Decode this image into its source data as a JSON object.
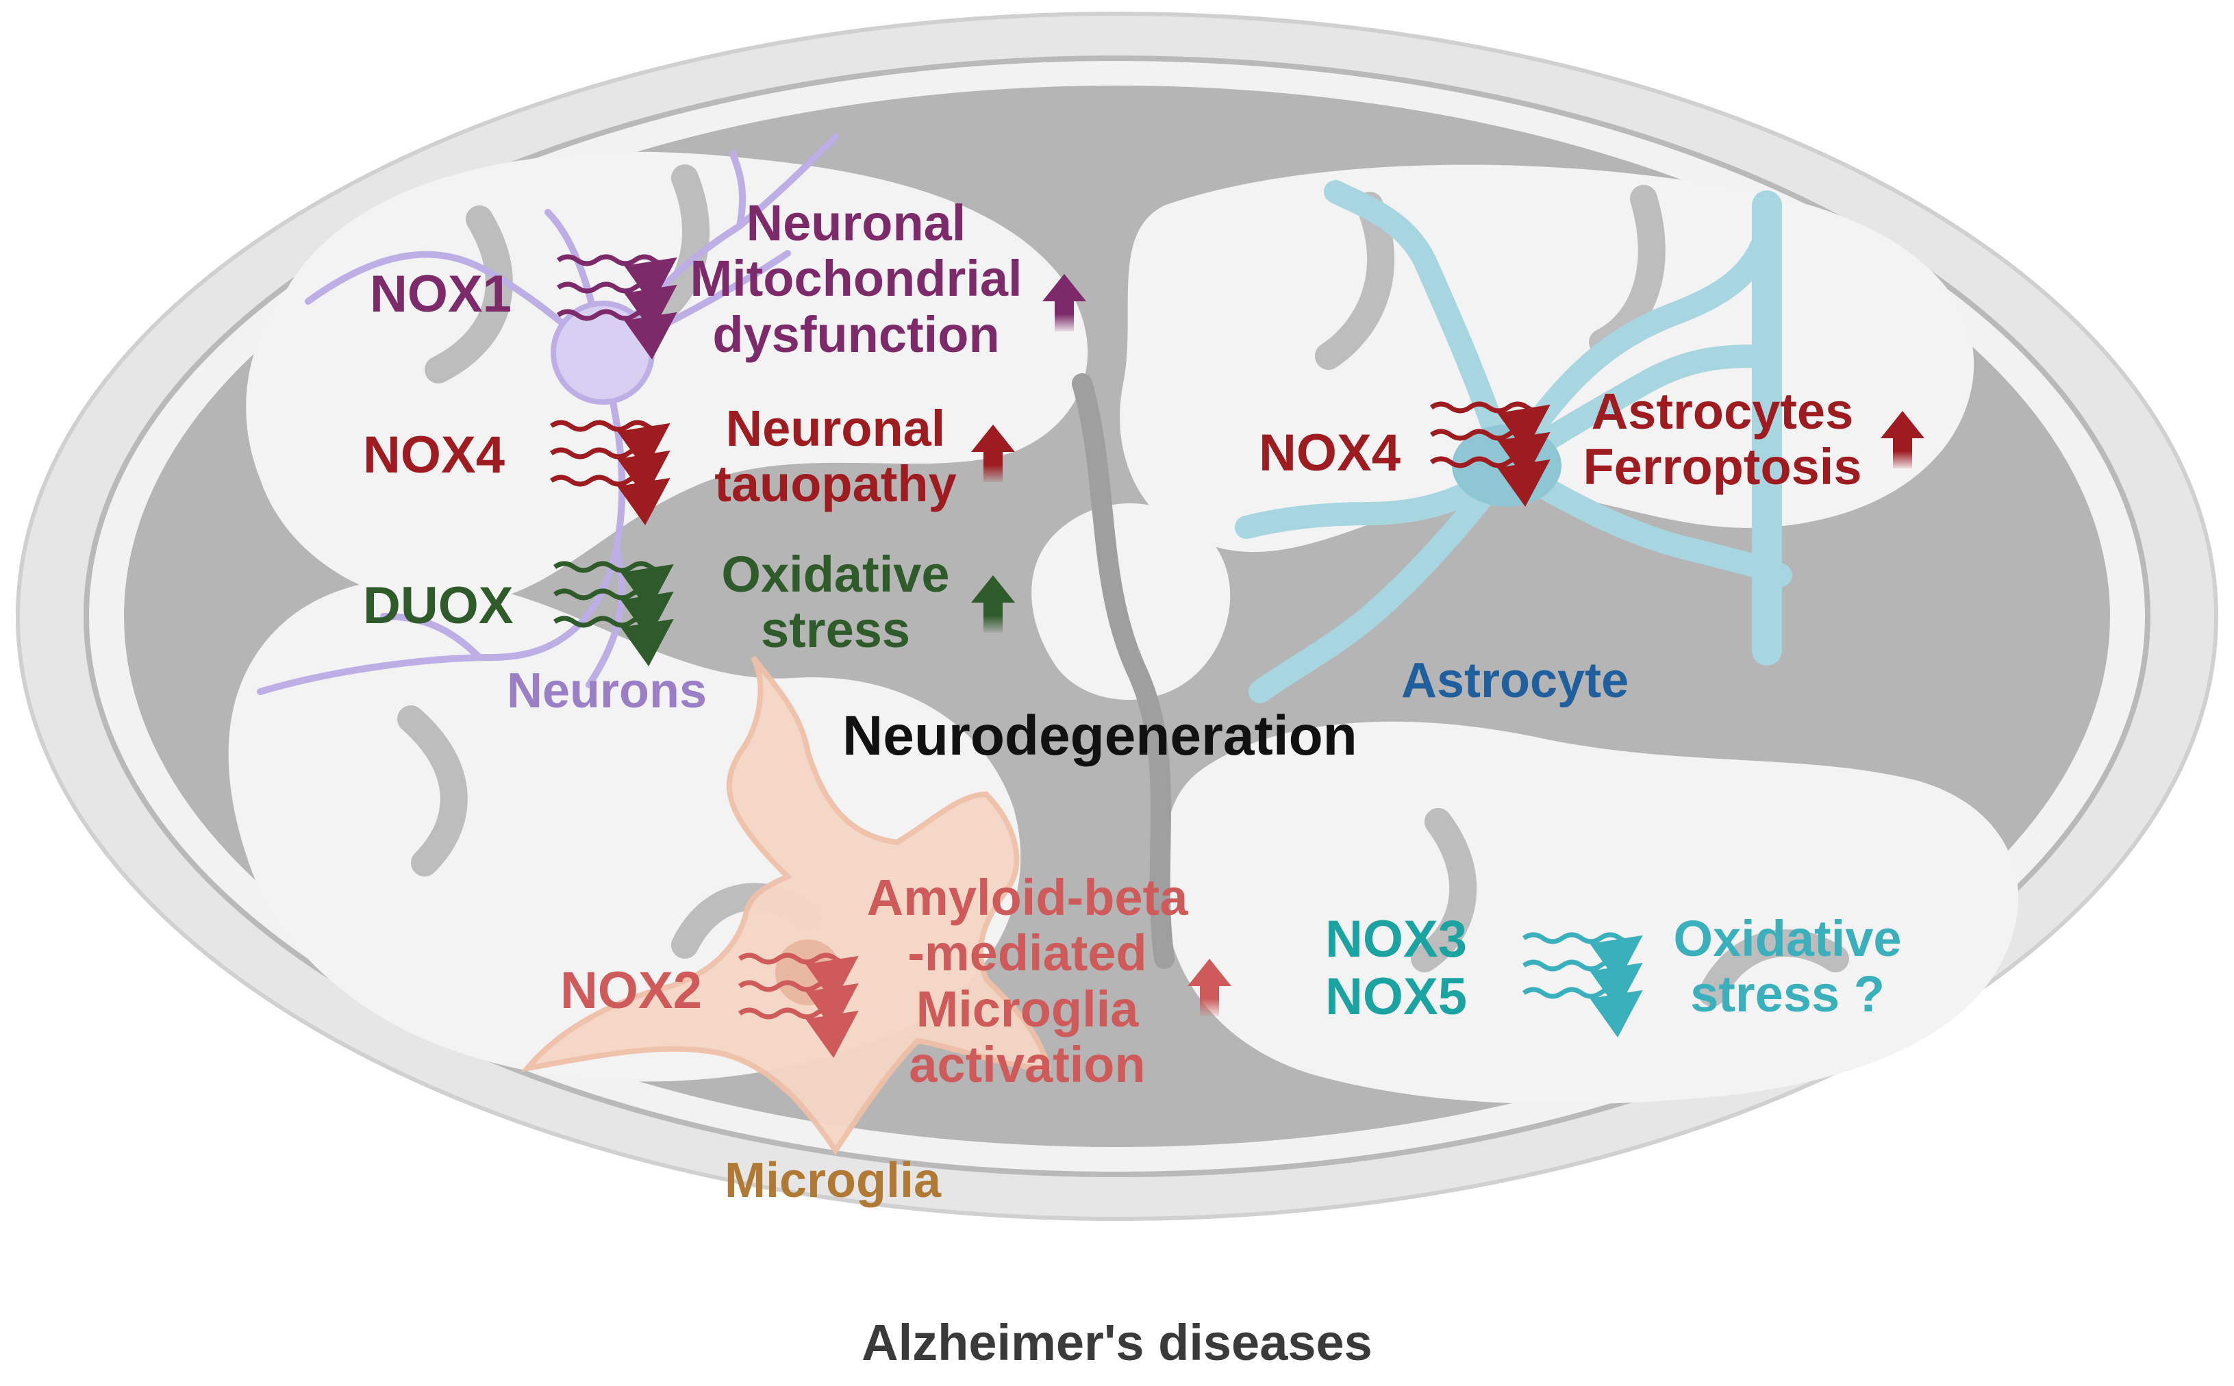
{
  "title": "Alzheimer's diseases",
  "center_label": "Neurodegeneration",
  "colors": {
    "neuron_purple": "#7d2a6a",
    "tau_red": "#9e1b20",
    "duox_green": "#2f5a2a",
    "neurons_label": "#9a7fc7",
    "astro_red": "#9e1b20",
    "astrocyte_label": "#1f5f9e",
    "microglia_red": "#cf5a5a",
    "microglia_label": "#b07a35",
    "teal": "#1aa3a0",
    "teal_light": "#3ab0bd",
    "center": "#111111"
  },
  "cells": {
    "neurons": {
      "name": "Neurons",
      "pathways": [
        {
          "gene": "NOX1",
          "effect": [
            "Neuronal",
            "Mitochondrial",
            "dysfunction"
          ],
          "trend": "up",
          "color": "#7d2a6a"
        },
        {
          "gene": "NOX4",
          "effect": [
            "Neuronal",
            "tauopathy"
          ],
          "trend": "up",
          "color": "#9e1b20"
        },
        {
          "gene": "DUOX",
          "effect": [
            "Oxidative",
            "stress"
          ],
          "trend": "up",
          "color": "#2f5a2a"
        }
      ]
    },
    "astrocyte": {
      "name": "Astrocyte",
      "pathways": [
        {
          "gene": "NOX4",
          "effect": [
            "Astrocytes",
            "Ferroptosis"
          ],
          "trend": "up",
          "color": "#9e1b20"
        }
      ]
    },
    "microglia": {
      "name": "Microglia",
      "pathways": [
        {
          "gene": "NOX2",
          "effect": [
            "Amyloid-beta",
            "-mediated",
            "Microglia",
            "activation"
          ],
          "trend": "up",
          "color": "#cf5a5a"
        }
      ]
    },
    "other": {
      "pathways": [
        {
          "genes": [
            "NOX3",
            "NOX5"
          ],
          "effect": [
            "Oxidative",
            "stress ?"
          ],
          "color_gene": "#1aa3a0",
          "color_effect": "#3ab0bd"
        }
      ]
    }
  }
}
